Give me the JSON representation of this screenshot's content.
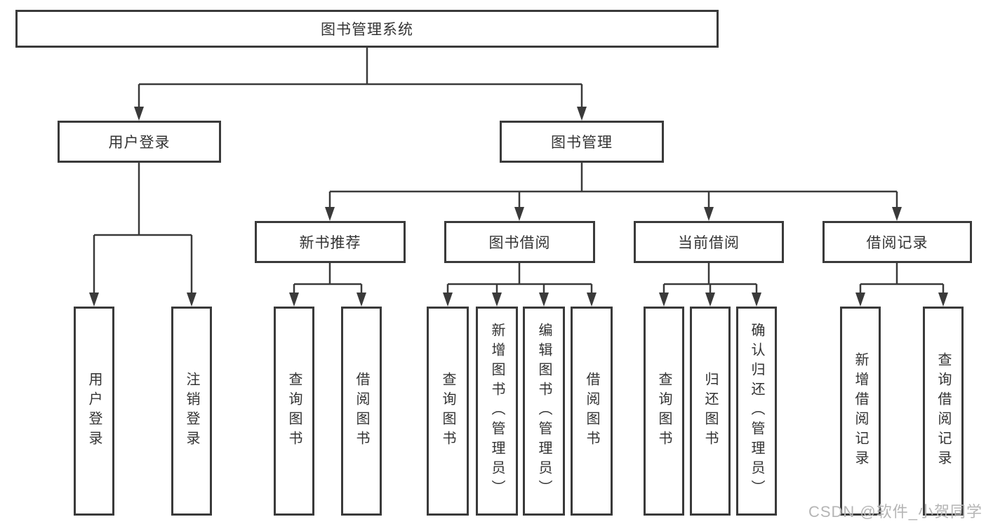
{
  "tree": {
    "root": "图书管理系统",
    "user_login": {
      "label": "用户登录",
      "leaves": [
        "用户登录",
        "注销登录"
      ]
    },
    "book_mgmt": {
      "label": "图书管理"
    },
    "new_book_rec": {
      "label": "新书推荐",
      "leaves": [
        "查询图书",
        "借阅图书"
      ]
    },
    "book_borrow": {
      "label": "图书借阅",
      "leaves": [
        "查询图书",
        "新增图书（管理员）",
        "编辑图书（管理员）",
        "借阅图书"
      ]
    },
    "current_borrow": {
      "label": "当前借阅",
      "leaves": [
        "查询图书",
        "归还图书",
        "确认归还（管理员）"
      ]
    },
    "borrow_record": {
      "label": "借阅记录",
      "leaves": [
        "新增借阅记录",
        "查询借阅记录"
      ]
    }
  },
  "watermark": "CSDN @软件_小贺同学",
  "colors": {
    "line": "#3a3a3a",
    "text": "#333333",
    "watermark_text": "#b5b5b5",
    "background": "#ffffff"
  }
}
